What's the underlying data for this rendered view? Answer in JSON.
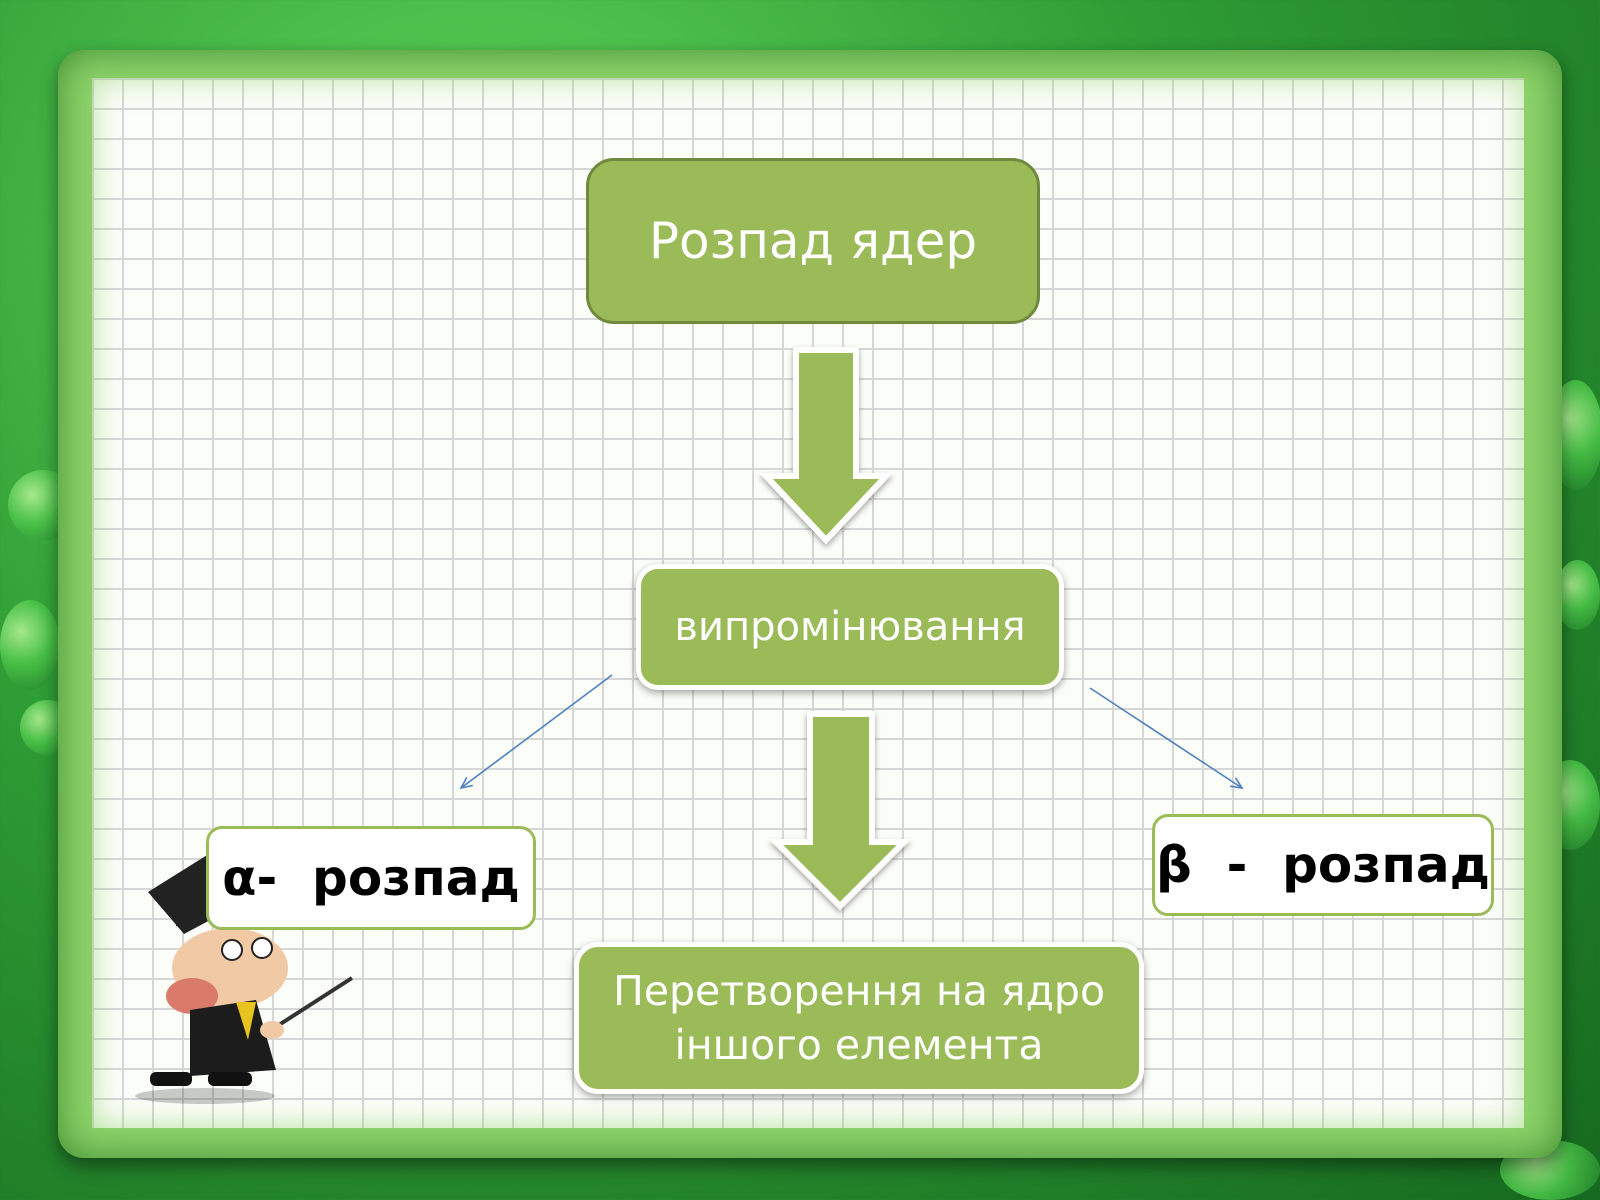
{
  "diagram": {
    "top_node": "Розпад ядер",
    "middle_node": "випромінювання",
    "bottom_node": [
      "Перетворення на ядро",
      "іншого елемента"
    ],
    "left_branch": "α-  розпад",
    "right_branch": "β  -  розпад"
  },
  "colors": {
    "node_fill": "#9bbb59",
    "node_border": "#71893f",
    "connector_line": "#4f81bd",
    "background": "#2e9c34"
  },
  "decoration": {
    "character": "teacher-cartoon"
  }
}
